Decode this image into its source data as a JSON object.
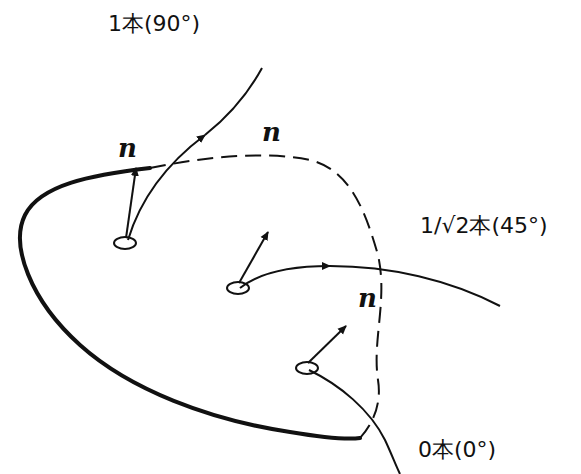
{
  "diagram": {
    "labels": [
      "1本(90°)",
      "n",
      "n",
      "1/√2本(45°)",
      "n",
      "0本(0°)"
    ]
  }
}
